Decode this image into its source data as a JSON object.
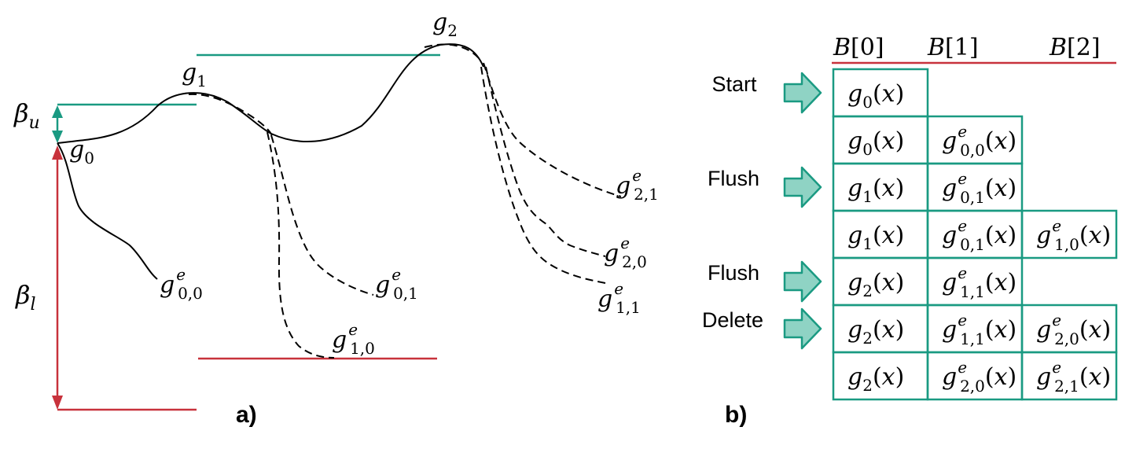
{
  "colors": {
    "teal": "#1a9a82",
    "arrow_fill": "#8fd3c4",
    "red": "#c8323c",
    "curve": "#000000"
  },
  "panel_a": {
    "label": "a)",
    "g0": {
      "sym": "g",
      "sub": "0"
    },
    "g1": {
      "sym": "g",
      "sub": "1"
    },
    "g2": {
      "sym": "g",
      "sub": "2"
    },
    "beta_u": {
      "sym": "β",
      "sub": "u"
    },
    "beta_l": {
      "sym": "β",
      "sub": "l"
    },
    "terminals": [
      {
        "sup": "e",
        "sub": "0,0"
      },
      {
        "sup": "e",
        "sub": "0,1"
      },
      {
        "sup": "e",
        "sub": "1,0"
      },
      {
        "sup": "e",
        "sub": "2,1"
      },
      {
        "sup": "e",
        "sub": "2,0"
      },
      {
        "sup": "e",
        "sub": "1,1"
      }
    ]
  },
  "panel_b": {
    "label": "b)",
    "headers": [
      "B[0]",
      "B[1]",
      "B[2]"
    ],
    "steps": [
      {
        "label": "Start",
        "row": 0
      },
      {
        "label": "Flush",
        "row": 2
      },
      {
        "label": "Flush",
        "row": 4
      },
      {
        "label": "Delete",
        "row": 5
      }
    ],
    "rows": [
      [
        {
          "g": "0",
          "sup": "",
          "sub": ""
        }
      ],
      [
        {
          "g": "0"
        },
        {
          "sup": "e",
          "sub": "0,0"
        }
      ],
      [
        {
          "g": "1"
        },
        {
          "sup": "e",
          "sub": "0,1"
        }
      ],
      [
        {
          "g": "1"
        },
        {
          "sup": "e",
          "sub": "0,1"
        },
        {
          "sup": "e",
          "sub": "1,0"
        }
      ],
      [
        {
          "g": "2"
        },
        {
          "sup": "e",
          "sub": "1,1"
        }
      ],
      [
        {
          "g": "2"
        },
        {
          "sup": "e",
          "sub": "1,1"
        },
        {
          "sup": "e",
          "sub": "2,0"
        }
      ],
      [
        {
          "g": "2"
        },
        {
          "sup": "e",
          "sub": "2,0"
        },
        {
          "sup": "e",
          "sub": "2,1"
        }
      ]
    ]
  }
}
